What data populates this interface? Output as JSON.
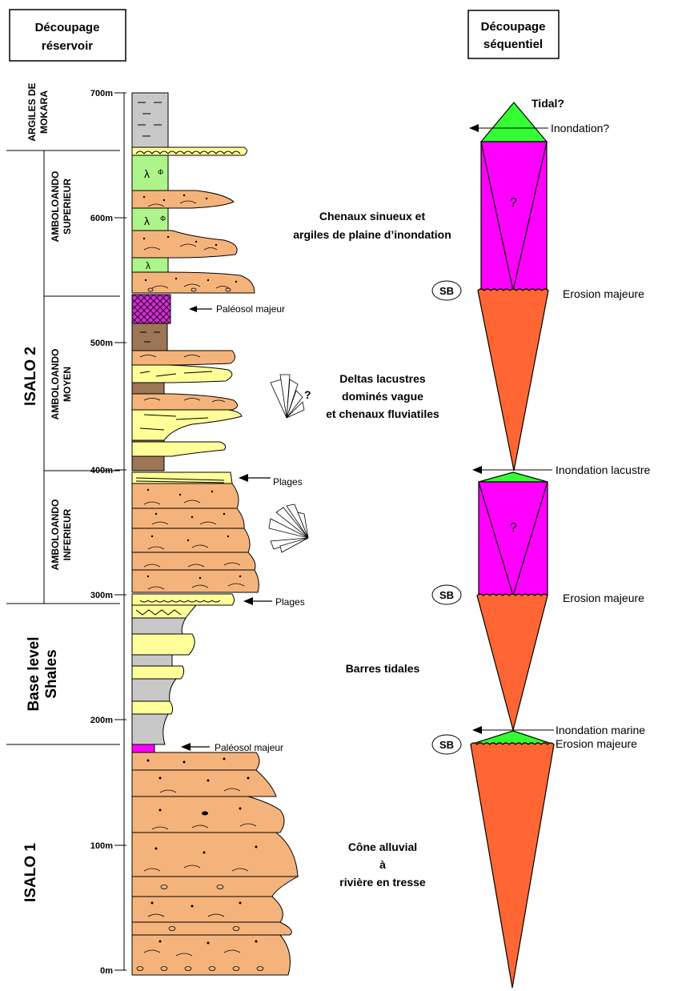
{
  "headers": {
    "left_line1": "Découpage",
    "left_line2": "réservoir",
    "right_line1": "Découpage",
    "right_line2": "séquentiel"
  },
  "depth_axis": {
    "unit": "m",
    "ticks": [
      "700m",
      "600m",
      "500m",
      "400m",
      "300m",
      "200m",
      "100m",
      "0m"
    ]
  },
  "units_major": [
    "ISALO 2",
    "Base level",
    "Shales",
    "ISALO 1"
  ],
  "units_minor": {
    "mokara_1": "ARGILES DE",
    "mokara_2": "MOKARA",
    "sup_1": "AMBOLOANDO",
    "sup_2": "SUPERIEUR",
    "moy_1": "AMBOLOANDO",
    "moy_2": "MOYEN",
    "inf_1": "AMBOLOANDO",
    "inf_2": "INFERIEUR"
  },
  "annotations": {
    "paleosol_upper": "Paléosol majeur",
    "plages_upper": "Plages",
    "plages_lower": "Plages",
    "paleosol_lower": "Paléosol majeur",
    "paleocurrent_q": "?"
  },
  "environments": {
    "chenaux_1": "Chenaux sinueux et",
    "chenaux_2": "argiles de plaine d’inondation",
    "deltas_1": "Deltas lacustres",
    "deltas_2": "dominés vague",
    "deltas_3": "et chenaux fluviatiles",
    "barres": "Barres tidales",
    "cone_1": "Cône alluvial",
    "cone_2": "à",
    "cone_3": "rivière en tresse"
  },
  "sequence": {
    "tidal": "Tidal?",
    "inondation_q": "Inondation?",
    "q_upper": "?",
    "q_lower": "?",
    "sb_1": "SB",
    "sb_2": "SB",
    "sb_3": "SB",
    "erosion_1": "Erosion majeure",
    "erosion_2": "Erosion majeure",
    "erosion_3": "Erosion majeure",
    "inondation_lacustre": "Inondation lacustre",
    "inondation_marine": "Inondation marine"
  },
  "colors": {
    "sand": "#f5b37c",
    "yellow_sand": "#ffff99",
    "green": "#adf58a",
    "grey_shale": "#c8c8c8",
    "brown": "#9c7656",
    "magenta": "#ff00ff",
    "red_orange": "#ff6633",
    "bright_green": "#33ff33"
  }
}
